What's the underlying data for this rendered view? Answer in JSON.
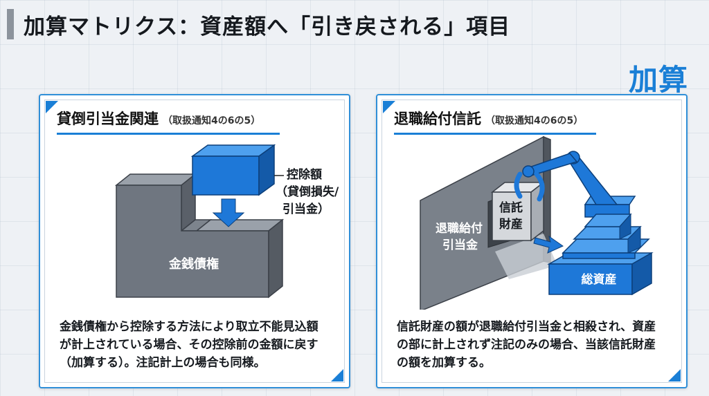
{
  "title": "加算マトリクス：資産額へ「引き戻される」項目",
  "badge": "加算",
  "colors": {
    "accent": "#1a7fd6",
    "gray_block": "#6f7680",
    "blue_block": "#1e78d8"
  },
  "panels": [
    {
      "heading": "貸倒引当金関連",
      "ref": "（取扱通知4の6の5）",
      "illustration": {
        "block_label": "金銭債権",
        "deduction_label_lines": [
          "控除額",
          "（貸倒損失/",
          "引当金）"
        ]
      },
      "description_lines": [
        "金銭債権から控除する方法により取立不能見込額",
        "が計上されている場合、その控除前の金額に戻す",
        "（加算する）。注記計上の場合も同様。"
      ]
    },
    {
      "heading": "退職給付信託",
      "ref": "（取扱通知4の6の5）",
      "illustration": {
        "wall_label_lines": [
          "退職給付",
          "引当金"
        ],
        "box_label_lines": [
          "信託",
          "財産"
        ],
        "pyramid_label": "総資産"
      },
      "description_lines": [
        "信託財産の額が退職給付引当金と相殺され、資産",
        "の部に計上されず注記のみの場合、当該信託財産",
        "の額を加算する。"
      ]
    }
  ]
}
